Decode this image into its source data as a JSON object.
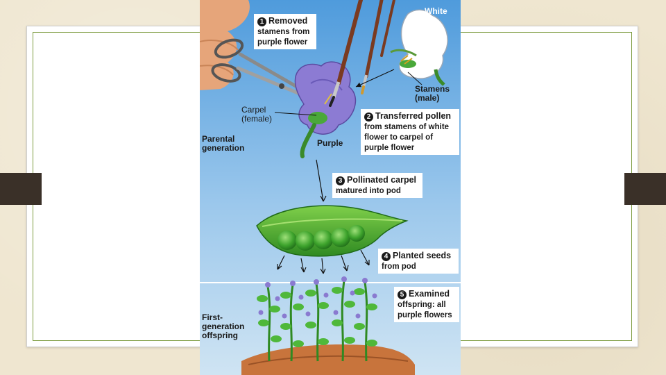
{
  "colors": {
    "background": "#efe6d0",
    "accent_border": "#7a9a3c",
    "side_bar": "#3a3028",
    "sky_top": "#5aa4e0",
    "sky_bottom": "#bcd9ef",
    "purple_flower": "#8a7ad0",
    "pea_green": "#3aa32c",
    "soil": "#c8743c"
  },
  "figure": {
    "step1": {
      "number": "1",
      "title": "Removed",
      "body": "stamens from purple flower"
    },
    "step2": {
      "number": "2",
      "title": "Transferred pollen",
      "body": "from stamens of white flower to carpel of purple flower"
    },
    "step3": {
      "number": "3",
      "title": "Pollinated carpel",
      "body": "matured into pod"
    },
    "step4": {
      "number": "4",
      "title": "Planted seeds",
      "body": "from pod"
    },
    "step5": {
      "number": "5",
      "title": "Examined",
      "body": "offspring: all purple flowers"
    },
    "labels": {
      "white": "White",
      "stamens_l1": "Stamens",
      "stamens_l2": "(male)",
      "carpel_l1": "Carpel",
      "carpel_l2": "(female)",
      "parental_l1": "Parental",
      "parental_l2": "generation",
      "purple": "Purple",
      "first_l1": "First-",
      "first_l2": "generation",
      "first_l3": "offspring"
    },
    "icons": [
      "scissors-icon",
      "paintbrush-icon",
      "purple-flower-icon",
      "white-flower-icon",
      "pea-pod-icon",
      "pea-plant-icon"
    ]
  }
}
